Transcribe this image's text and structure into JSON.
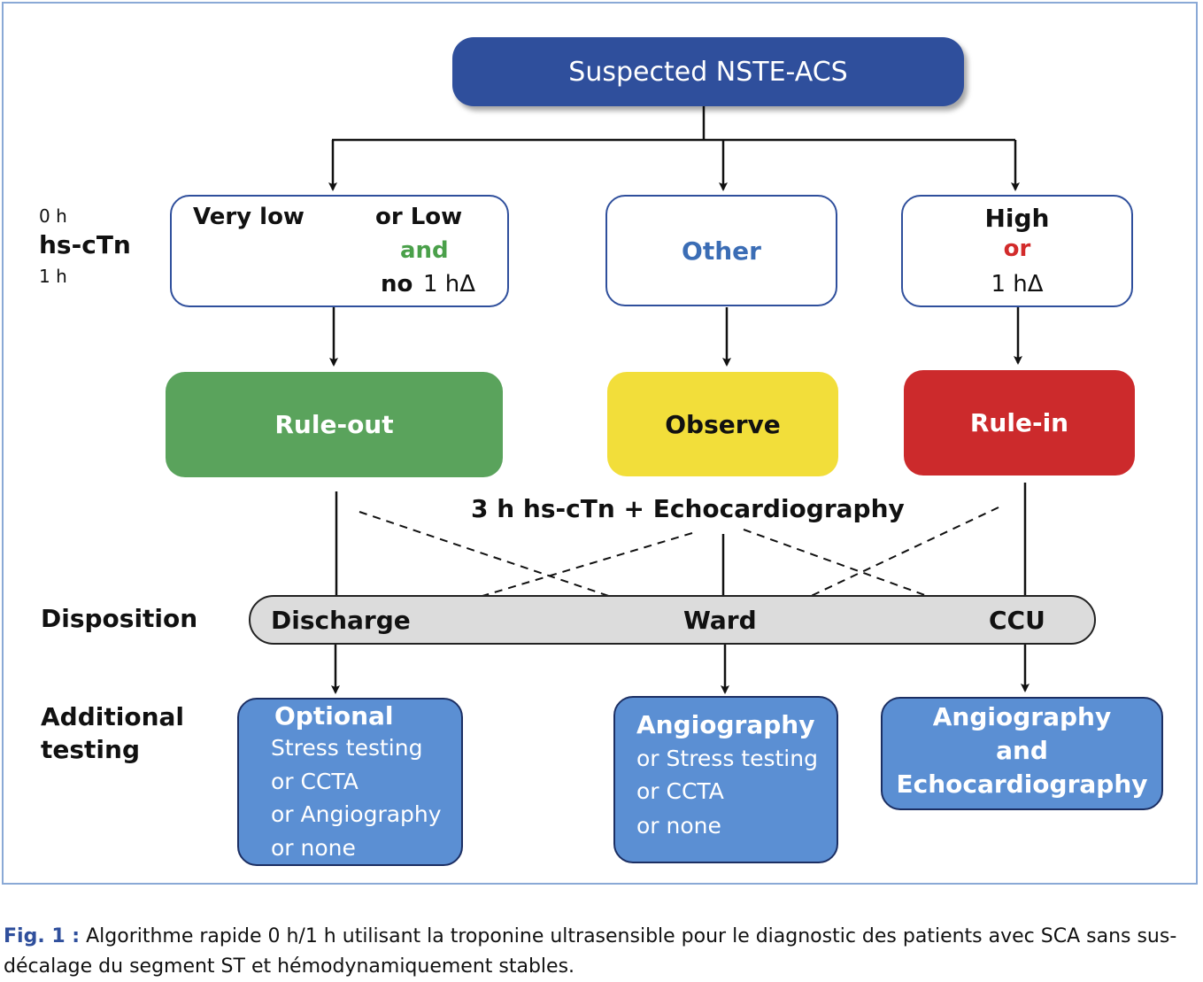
{
  "top": {
    "label": "Suspected NSTE-ACS"
  },
  "left_labels": {
    "hour0": "0 h",
    "hscTn": "hs-cTn",
    "hour1": "1 h",
    "disposition": "Disposition",
    "additional_1": "Additional",
    "additional_2": "testing"
  },
  "criteria": {
    "very_low": "Very low",
    "or_low": "or Low",
    "and": "and",
    "no": "no",
    "no_delta": "1 hΔ",
    "other": "Other",
    "high": "High",
    "or": "or",
    "high_delta": "1 hΔ"
  },
  "outcomes": {
    "rule_out": "Rule-out",
    "observe": "Observe",
    "rule_in": "Rule-in"
  },
  "middle_label": "3 h hs-cTn + Echocardiography",
  "disposition": {
    "discharge": "Discharge",
    "ward": "Ward",
    "ccu": "CCU"
  },
  "testing": {
    "left": {
      "title": "Optional",
      "lines": [
        "Stress testing",
        "or CCTA",
        "or Angiography",
        "or none"
      ]
    },
    "middle": {
      "title": "Angiography",
      "lines": [
        "or Stress testing",
        "or CCTA",
        "or none"
      ]
    },
    "right": {
      "lines": [
        "Angiography",
        "and",
        "Echocardiography"
      ]
    }
  },
  "caption": {
    "bold": "Fig. 1 :",
    "text": " Algorithme rapide 0 h/1 h utilisant la troponine ultrasensible pour le diagnostic des patients avec SCA sans sus-décalage du segment ST et hémodynamiquement stables."
  },
  "colors": {
    "navy": "#2f4f9c",
    "green": "#5aa35c",
    "yellow": "#f2de3a",
    "red": "#cc2a2c",
    "light_blue": "#5b8fd3",
    "grey": "#dcdcdc",
    "and_green": "#4aa04a",
    "or_red": "#d22b2b",
    "other_blue": "#3b6db5"
  }
}
